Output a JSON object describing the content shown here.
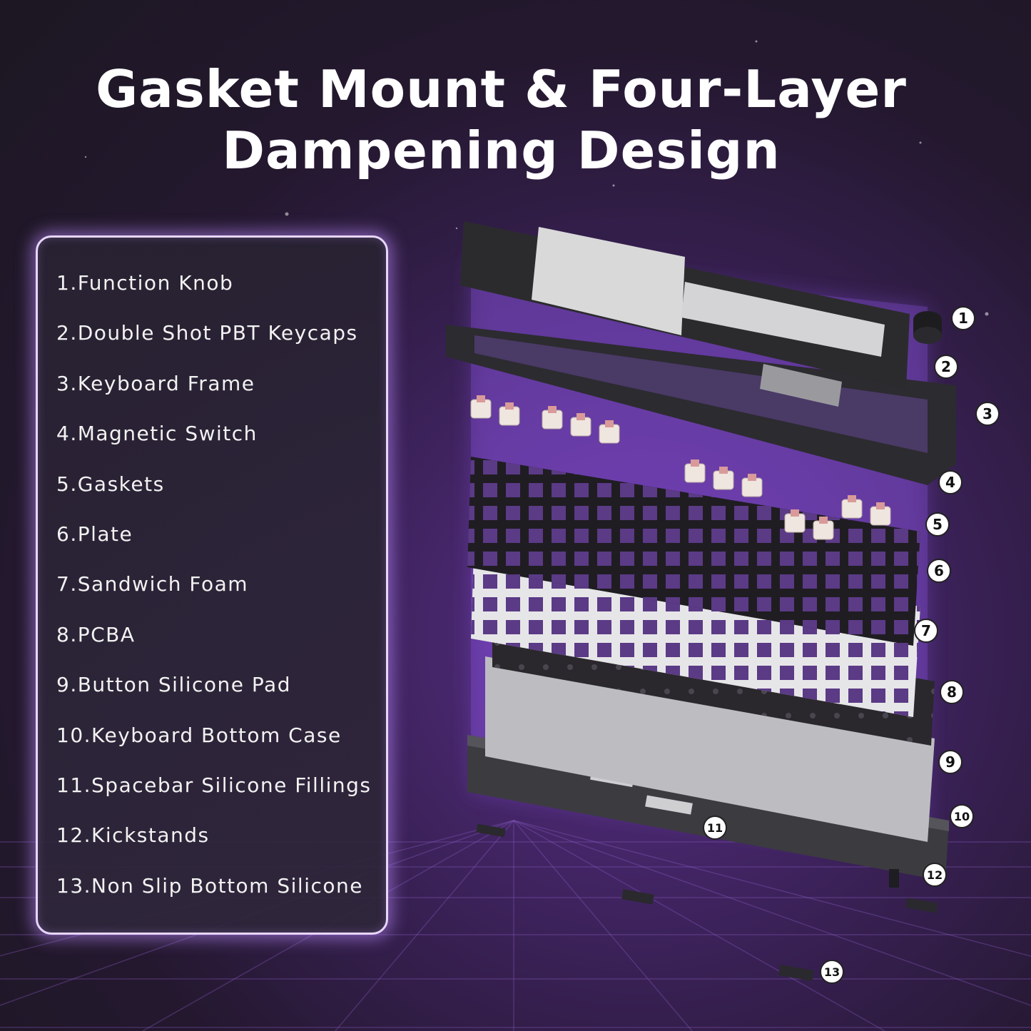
{
  "title": {
    "line1": "Gasket Mount & Four-Layer",
    "line2": "Dampening Design"
  },
  "parts": [
    {
      "label": "1.Function Knob"
    },
    {
      "label": "2.Double Shot PBT Keycaps"
    },
    {
      "label": "3.Keyboard Frame"
    },
    {
      "label": "4.Magnetic Switch"
    },
    {
      "label": "5.Gaskets"
    },
    {
      "label": "6.Plate"
    },
    {
      "label": "7.Sandwich Foam"
    },
    {
      "label": "8.PCBA"
    },
    {
      "label": "9.Button Silicone Pad"
    },
    {
      "label": "10.Keyboard Bottom Case"
    },
    {
      "label": "11.Spacebar Silicone Fillings"
    },
    {
      "label": "12.Kickstands"
    },
    {
      "label": "13.Non Slip Bottom Silicone"
    }
  ],
  "callouts": [
    "1",
    "2",
    "3",
    "4",
    "5",
    "6",
    "7",
    "8",
    "9",
    "10",
    "11",
    "12",
    "13"
  ],
  "colors": {
    "accent_glow": "#c79bff",
    "panel_border": "#e8d6ff",
    "keycap_dark": "#2b2b2e",
    "keycap_light": "#d9d9d9",
    "switch_pink": "#d99a9a"
  }
}
